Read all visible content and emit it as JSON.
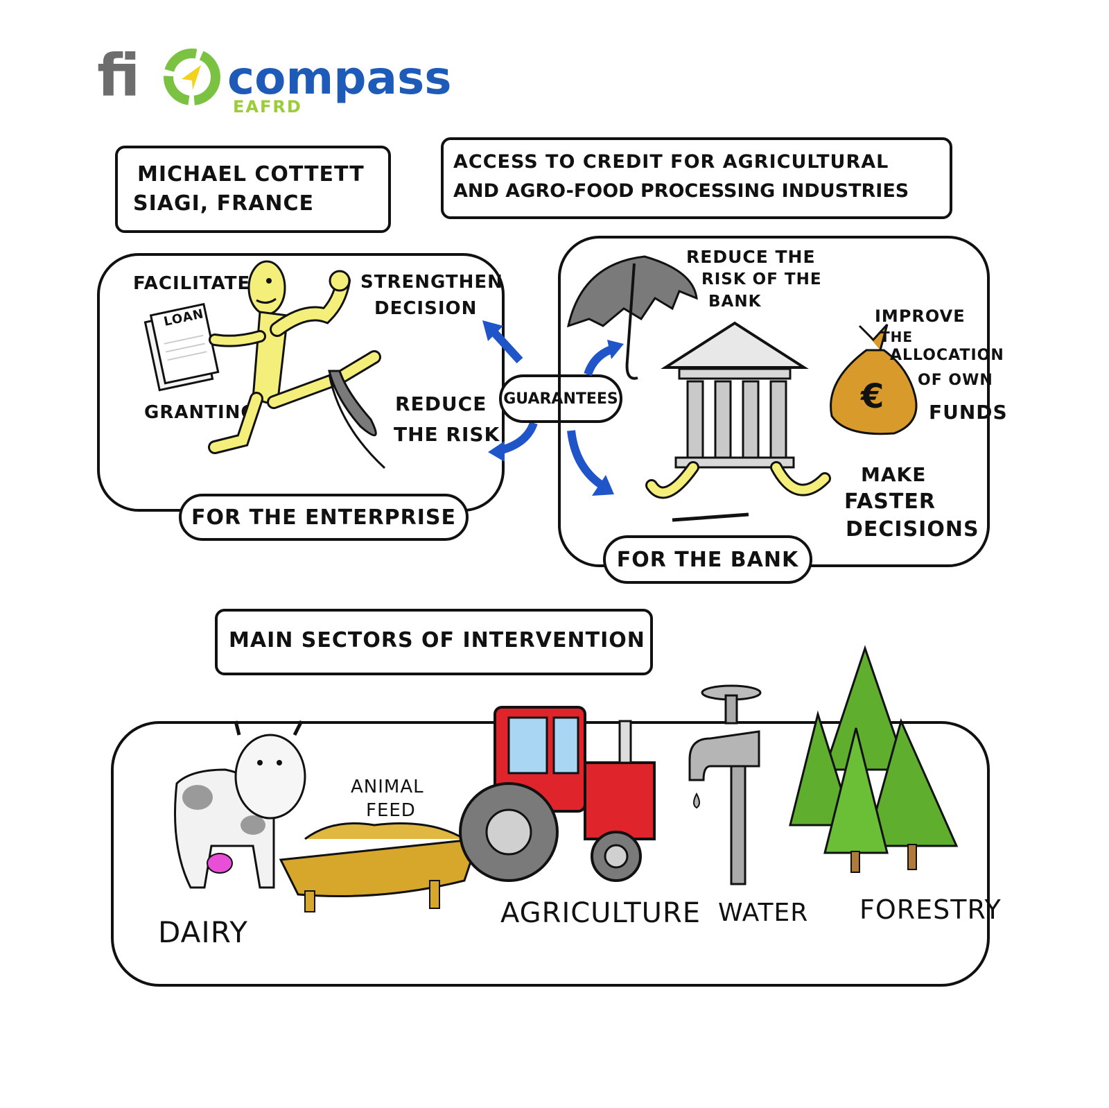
{
  "logo": {
    "fi": "fi",
    "compass": "compass",
    "sub": "EAFRD",
    "colors": {
      "fi": "#6d6d6d",
      "ring": "#7cc242",
      "compass": "#1e5bb8",
      "sub": "#9ccc3a"
    }
  },
  "speaker": {
    "line1": "MICHAEL COTTETT",
    "line2": "SIAGI, FRANCE"
  },
  "topic": {
    "line1": "ACCESS TO CREDIT FOR AGRICULTURAL",
    "line2": "AND AGRO-FOOD PROCESSING INDUSTRIES"
  },
  "enterprise": {
    "facilitate": "FACILITATE",
    "loan": "LOAN",
    "granting": "GRANTING",
    "strengthen_1": "STRENGTHEN",
    "strengthen_2": "DECISION",
    "reduce_1": "REDUCE",
    "reduce_2": "THE RISK",
    "label": "FOR THE ENTERPRISE"
  },
  "guarantees": "GUARANTEES",
  "bank": {
    "reduce_1": "REDUCE THE",
    "reduce_2": "RISK OF THE",
    "reduce_3": "BANK",
    "improve_1": "IMPROVE",
    "improve_2": "THE",
    "improve_3": "ALLOCATION",
    "improve_4": "OF OWN",
    "improve_5": "FUNDS",
    "faster_1": "MAKE",
    "faster_2": "FASTER",
    "faster_3": "DECISIONS",
    "label": "FOR THE BANK",
    "euro": "€"
  },
  "sectors": {
    "title": "MAIN SECTORS OF INTERVENTION",
    "animal_feed_1": "ANIMAL",
    "animal_feed_2": "FEED",
    "dairy": "DAIRY",
    "agriculture": "AGRICULTURE",
    "water": "WATER",
    "forestry": "FORESTRY"
  },
  "colors": {
    "character": "#f4ee7a",
    "arrow": "#1f55c9",
    "umbrella": "#7a7a7a",
    "bag": "#d89a2a",
    "tractor": "#e0242b",
    "tree": "#5fae2e",
    "trough": "#d7a72c",
    "udder": "#e84fd6"
  }
}
